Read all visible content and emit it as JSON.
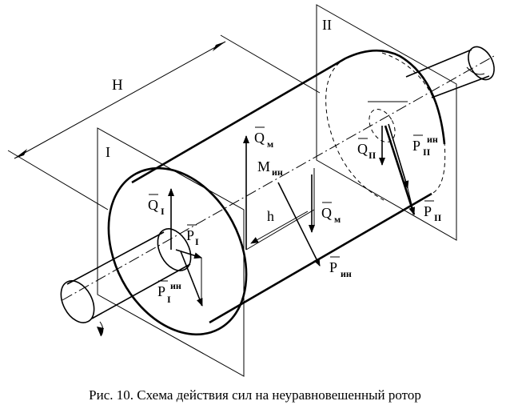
{
  "labels": {
    "dim_h_big": "H",
    "plane_1": "I",
    "plane_2": "II",
    "h": "h",
    "q_m_top": "Q",
    "q_m_top_sub": "м",
    "m_in": "M",
    "m_in_sub": "ин",
    "q_m_bottom": "Q",
    "q_m_bottom_sub": "м",
    "p_in": "P",
    "p_in_sub": "ин",
    "q_1": "Q",
    "q_1_sub": "I",
    "p_1": "P",
    "p_1_sub": "I",
    "p_1_in": "P",
    "p_1_in_sub": "I",
    "p_1_in_sup": "ин",
    "q_2": "Q",
    "q_2_sub": "II",
    "p_2_in": "P",
    "p_2_in_sub": "II",
    "p_2_in_sup": "ин",
    "p_2": "P",
    "p_2_sub": "II"
  },
  "caption": "Рис. 10. Схема действия сил на неуравновешенный ротор"
}
